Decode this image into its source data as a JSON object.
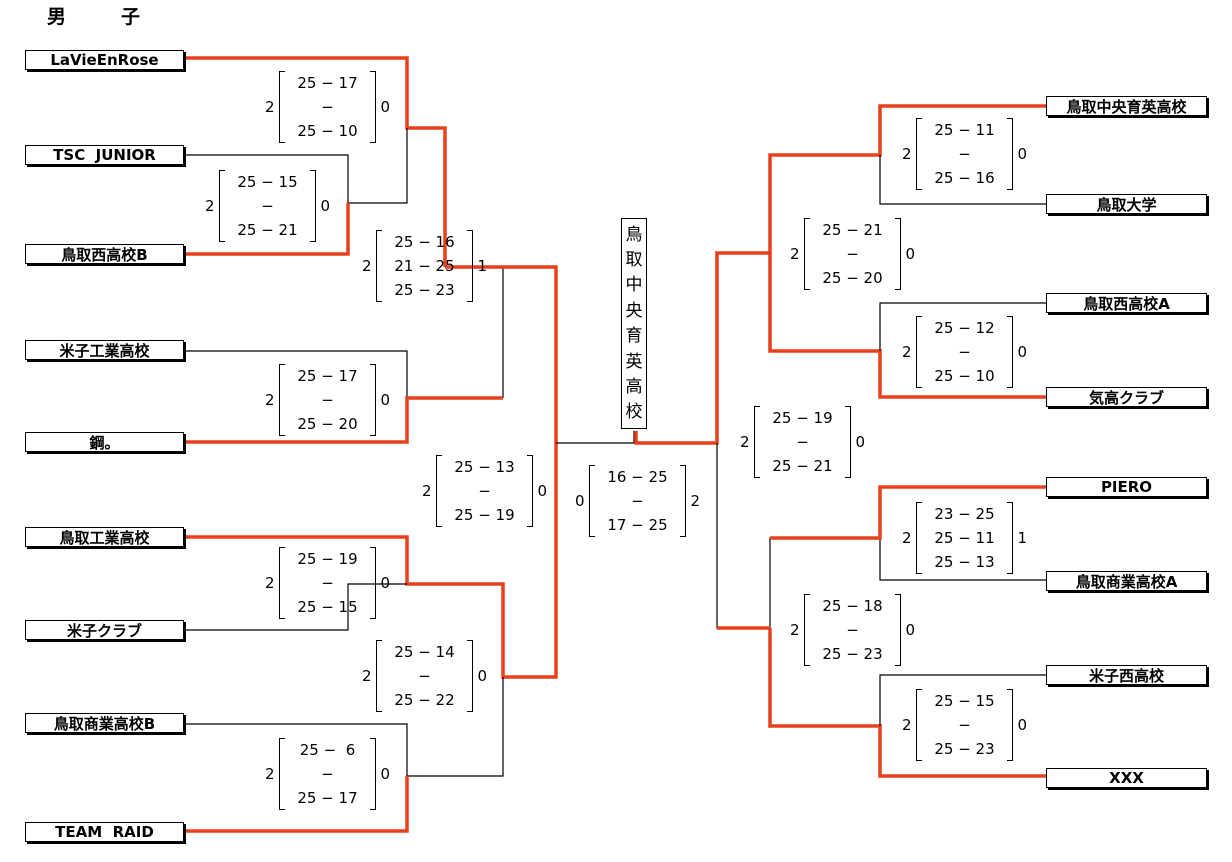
{
  "title": "男　子",
  "champion": "鳥取中央育英高校",
  "line_colors": {
    "winner": "#e8401c",
    "normal": "#000000"
  },
  "teams": [
    "LaVieEnRose",
    "TSC  JUNIOR",
    "鳥取西高校B",
    "米子工業高校",
    "鋼。",
    "鳥取工業高校",
    "米子クラブ",
    "鳥取商業高校B",
    "TEAM  RAID",
    "鳥取中央育英高校",
    "鳥取大学",
    "鳥取西高校A",
    "気高クラブ",
    "PIERO",
    "鳥取商業高校A",
    "米子西高校",
    "XXX"
  ],
  "scores": [
    {
      "left": "2",
      "right": "0",
      "sets": [
        "25 − 17",
        "−",
        "25 − 10"
      ]
    },
    {
      "left": "2",
      "right": "0",
      "sets": [
        "25 − 15",
        "−",
        "25 − 21"
      ]
    },
    {
      "left": "2",
      "right": "1",
      "sets": [
        "25 − 16",
        "21 − 25",
        "25 − 23"
      ]
    },
    {
      "left": "2",
      "right": "0",
      "sets": [
        "25 − 17",
        "−",
        "25 − 20"
      ]
    },
    {
      "left": "2",
      "right": "0",
      "sets": [
        "25 − 13",
        "−",
        "25 − 19"
      ]
    },
    {
      "left": "2",
      "right": "0",
      "sets": [
        "25 − 19",
        "−",
        "25 − 15"
      ]
    },
    {
      "left": "2",
      "right": "0",
      "sets": [
        "25 − 14",
        "−",
        "25 − 22"
      ]
    },
    {
      "left": "2",
      "right": "0",
      "sets": [
        "25 −  6",
        "−",
        "25 − 17"
      ]
    },
    {
      "left": "0",
      "right": "2",
      "sets": [
        "16 − 25",
        "−",
        "17 − 25"
      ]
    },
    {
      "left": "2",
      "right": "0",
      "sets": [
        "25 − 11",
        "−",
        "25 − 16"
      ]
    },
    {
      "left": "2",
      "right": "0",
      "sets": [
        "25 − 21",
        "−",
        "25 − 20"
      ]
    },
    {
      "left": "2",
      "right": "0",
      "sets": [
        "25 − 12",
        "−",
        "25 − 10"
      ]
    },
    {
      "left": "2",
      "right": "0",
      "sets": [
        "25 − 19",
        "−",
        "25 − 21"
      ]
    },
    {
      "left": "2",
      "right": "1",
      "sets": [
        "23 − 25",
        "25 − 11",
        "25 − 13"
      ]
    },
    {
      "left": "2",
      "right": "0",
      "sets": [
        "25 − 18",
        "−",
        "25 − 23"
      ]
    },
    {
      "left": "2",
      "right": "0",
      "sets": [
        "25 − 15",
        "−",
        "25 − 23"
      ]
    }
  ]
}
